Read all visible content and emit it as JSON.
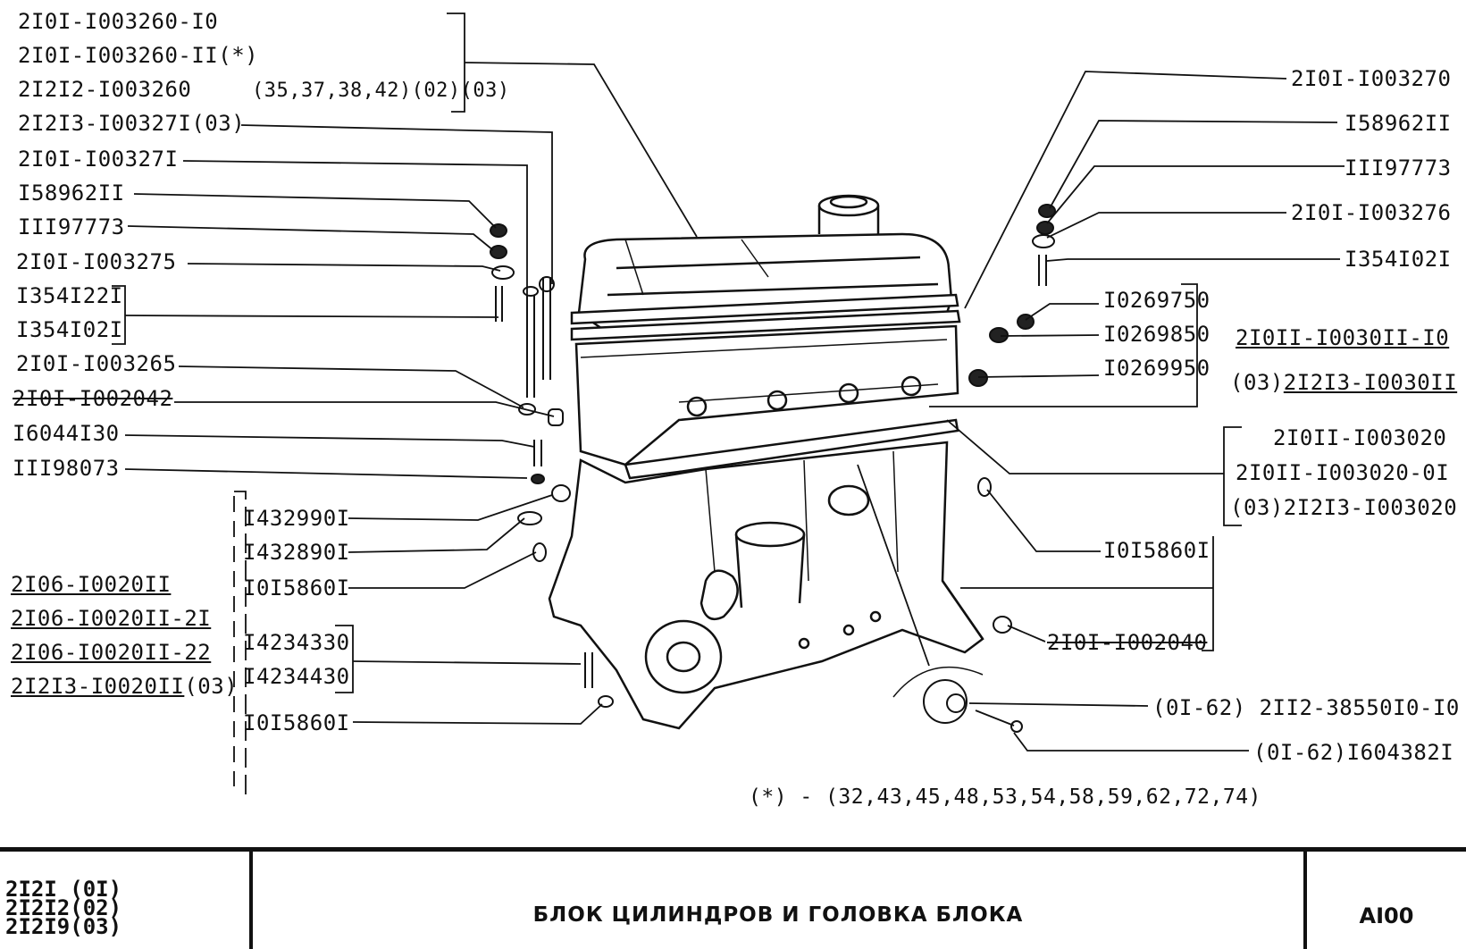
{
  "labels_left": {
    "l1": "2I0I-I003260-I0",
    "l2": "2I0I-I003260-II(*)",
    "l3": "2I2I2-I003260",
    "l3b": "(35,37,38,42)(02)(03)",
    "l4": "2I2I3-I00327I(03)",
    "l5": "2I0I-I00327I",
    "l6": "I58962II",
    "l7": "III97773",
    "l8": "2I0I-I003275",
    "l9": "I354I22I",
    "l10": "I354I02I",
    "l11": "2I0I-I003265",
    "l12": "2I0I-I002042",
    "l13": "I6044I30",
    "l14": "III98073"
  },
  "labels_bottom_left": {
    "b1": "2I06-I0020II",
    "b2": "2I06-I0020II-2I",
    "b3": "2I06-I0020II-22",
    "b4": "2I2I3-I0020II",
    "b4s": "(03)"
  },
  "labels_center_left": {
    "c1": "I432990I",
    "c2": "I432890I",
    "c3": "I0I5860I",
    "c4": "I4234330",
    "c5": "I4234430",
    "c6": "I0I5860I"
  },
  "labels_right": {
    "r1": "2I0I-I003270",
    "r2": "I58962II",
    "r3": "III97773",
    "r4": "2I0I-I003276",
    "r5": "I354I02I",
    "r6": "I0269750",
    "r7": "I0269850",
    "r8": "I0269950",
    "r9": "2I0II-I0030II-I0",
    "r10a": "(03)",
    "r10b": "2I2I3-I0030II",
    "r11": "2I0II-I003020",
    "r12": "2I0II-I003020-0I",
    "r13": "(03)2I2I3-I003020",
    "r14": "I0I5860I",
    "r15": "2I0I-I002040",
    "r16a": "(0I-62)",
    "r16b": "2II2-38550I0-I0",
    "r17a": "(0I-62)",
    "r17b": "I604382I"
  },
  "footnote": "(*) - (32,43,45,48,53,54,58,59,62,72,74)",
  "title_block": {
    "models": [
      "2I2I (0I)",
      "2I2I2(02)",
      "2I2I9(03)"
    ],
    "title": "БЛОК ЦИЛИНДРОВ И ГОЛОВКА БЛОКА",
    "code": "AI00"
  },
  "colors": {
    "ink": "#111111",
    "paper": "#ffffff"
  }
}
